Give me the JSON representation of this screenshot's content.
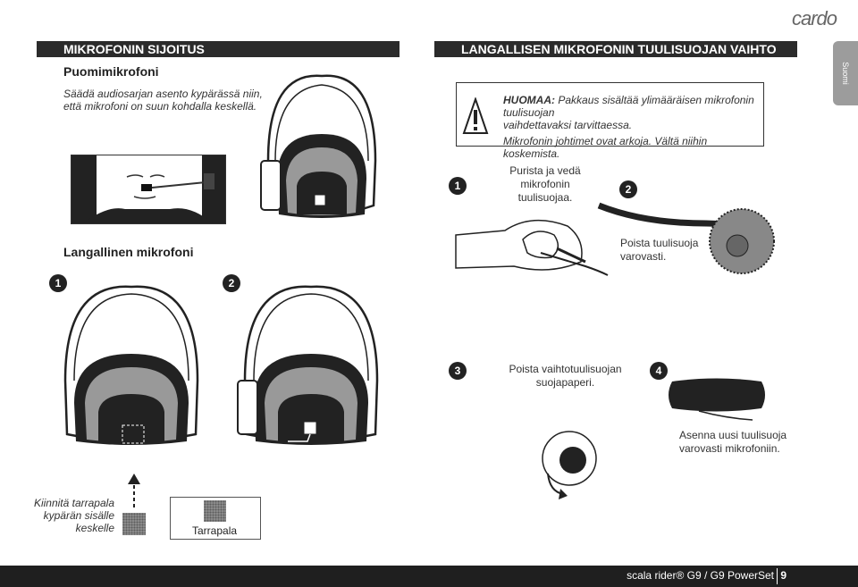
{
  "brand": {
    "logo_text": "cardo"
  },
  "side_tab": {
    "label": "Suomi"
  },
  "left_section": {
    "header": "MIKROFONIN SIJOITUS",
    "boom_title": "Puomimikrofoni",
    "boom_text_line1": "Säädä audiosarjan asento kypärässä niin,",
    "boom_text_line2": "että mikrofoni on suun kohdalla keskellä.",
    "wired_title": "Langallinen mikrofoni",
    "step1": "1",
    "step2": "2",
    "attach_line1": "Kiinnitä tarrapala",
    "attach_line2": "kypärän sisälle",
    "attach_line3": "keskelle",
    "tarrapala_label": "Tarrapala"
  },
  "right_section": {
    "header": "LANGALLISEN MIKROFONIN TUULISUOJAN VAIHTO",
    "warning_icon": "exclamation-icon",
    "warning_title": "HUOMAA:",
    "warning_line1": "Pakkaus sisältää ylimääräisen mikrofonin tuulisuojan",
    "warning_line2": "vaihdettavaksi tarvittaessa.",
    "warning_line3": "Mikrofonin johtimet ovat arkoja. Vältä niihin koskemista.",
    "steps": [
      {
        "num": "1",
        "text_line1": "Purista ja vedä",
        "text_line2": "mikrofonin",
        "text_line3": "tuulisuojaa."
      },
      {
        "num": "2",
        "text_line1": "Poista tuulisuoja",
        "text_line2": "varovasti."
      },
      {
        "num": "3",
        "text_line1": "Poista vaihtotuulisuojan",
        "text_line2": "suojapaperi."
      },
      {
        "num": "4",
        "text_line1": "Asenna uusi tuulisuoja",
        "text_line2": "varovasti mikrofoniin."
      }
    ]
  },
  "footer": {
    "model": "scala rider® G9 / G9 PowerSet",
    "page": "9"
  }
}
